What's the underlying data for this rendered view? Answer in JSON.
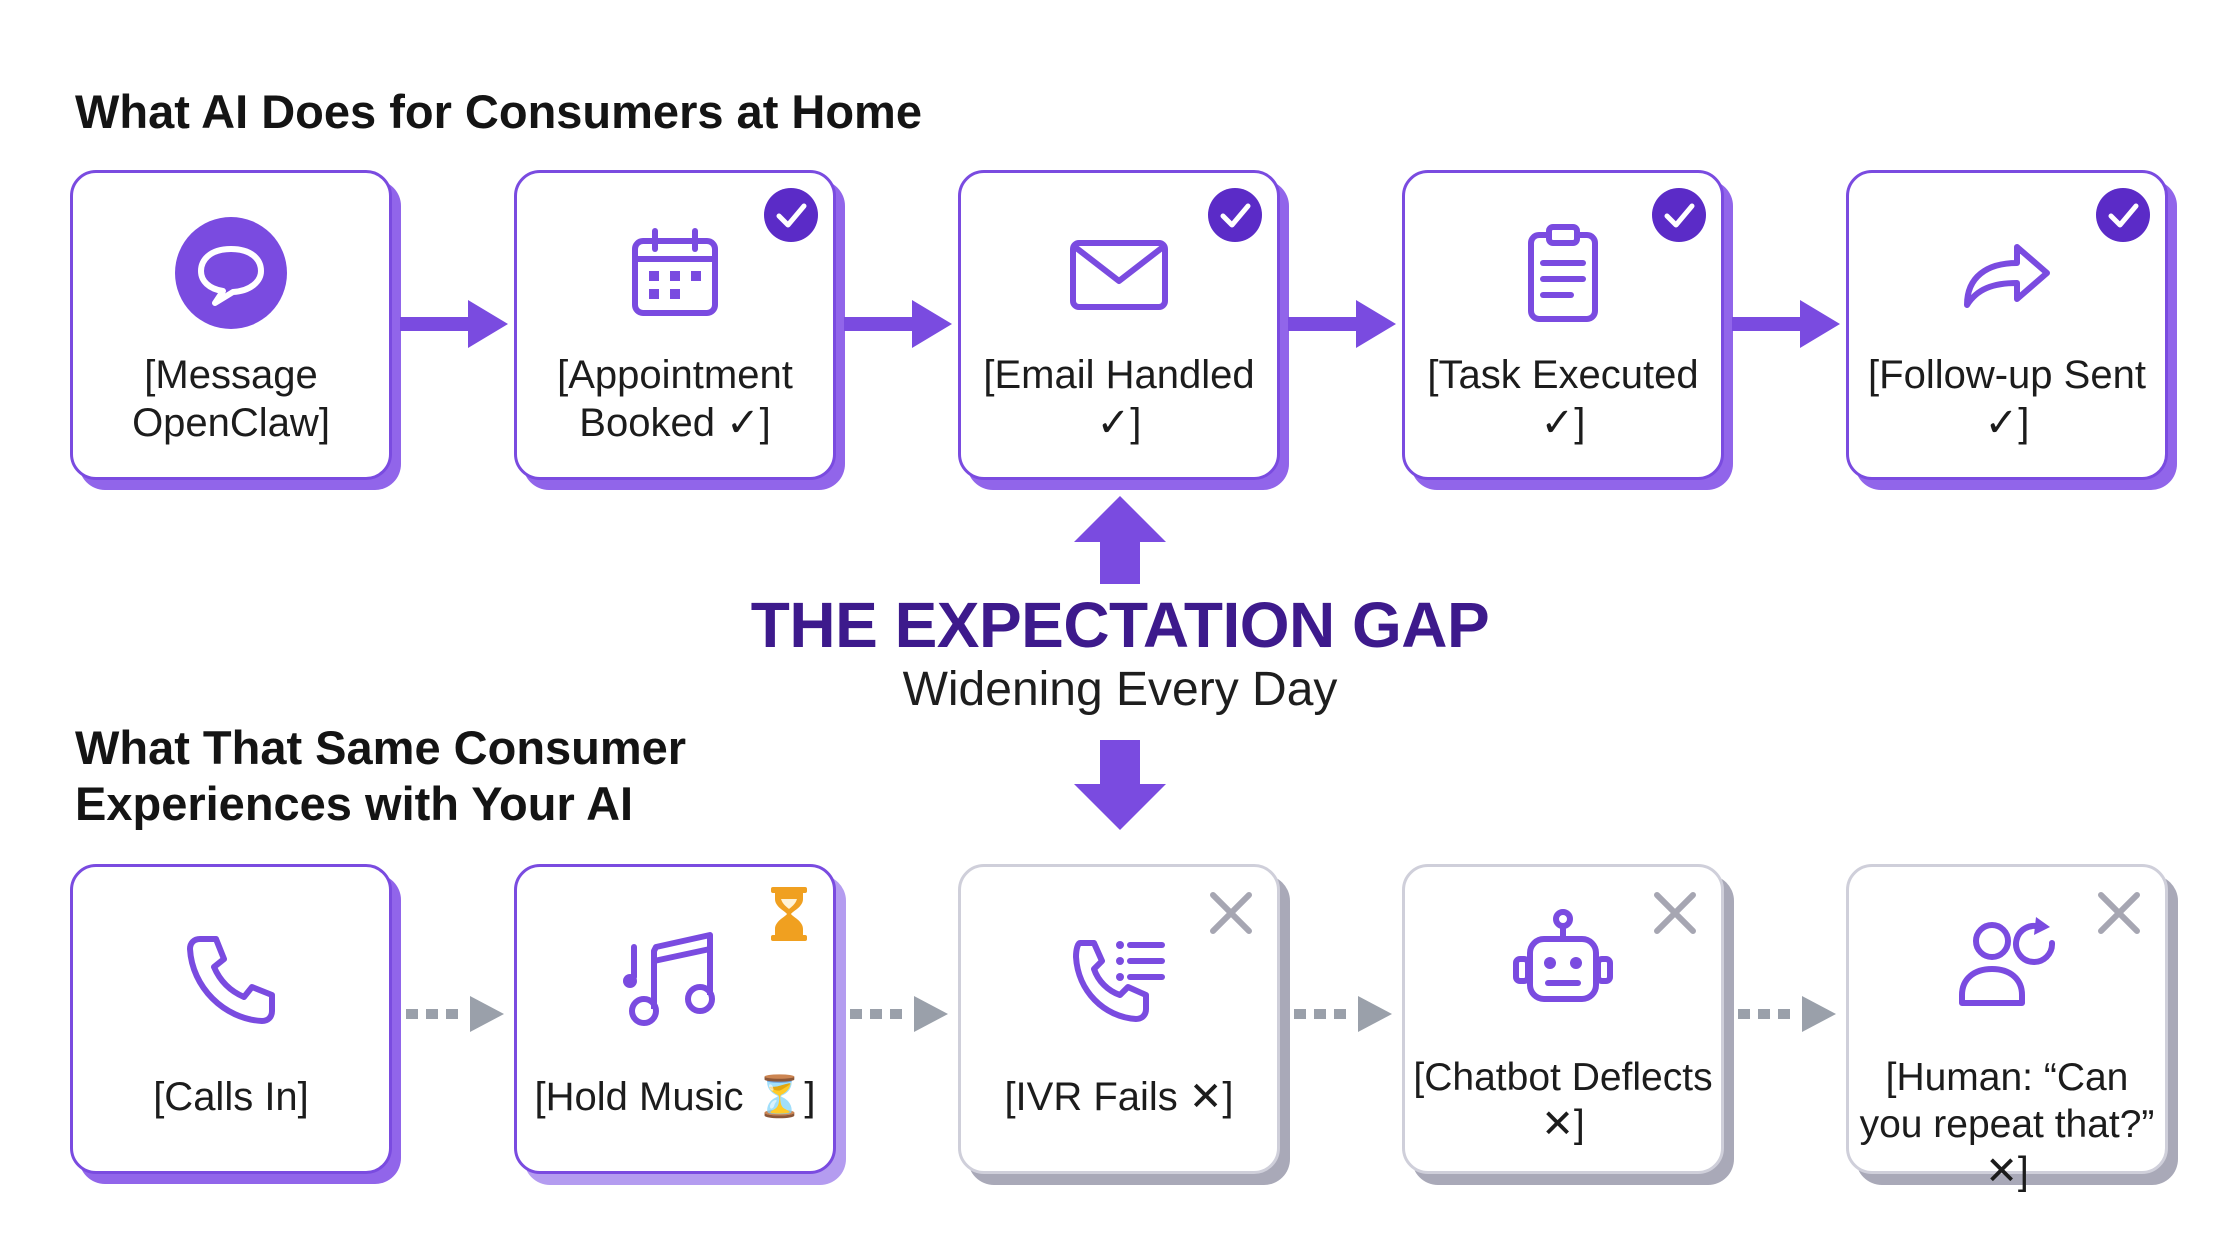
{
  "top_section": {
    "title": "What AI Does for Consumers at Home",
    "steps": [
      {
        "label": "[Message OpenClaw]",
        "icon": "chat-bubble-icon",
        "status": "none"
      },
      {
        "label": "[Appointment Booked ✓]",
        "icon": "calendar-icon",
        "status": "check"
      },
      {
        "label": "[Email Handled ✓]",
        "icon": "envelope-icon",
        "status": "check"
      },
      {
        "label": "[Task Executed ✓]",
        "icon": "clipboard-icon",
        "status": "check"
      },
      {
        "label": "[Follow-up Sent ✓]",
        "icon": "share-arrow-icon",
        "status": "check"
      }
    ]
  },
  "center": {
    "title": "THE EXPECTATION GAP",
    "subtitle": "Widening Every Day"
  },
  "bottom_section": {
    "title": "What That Same Consumer Experiences with Your AI",
    "steps": [
      {
        "label": "[Calls In]",
        "icon": "phone-icon",
        "status": "none"
      },
      {
        "label": "[Hold Music ⏳]",
        "icon": "music-note-icon",
        "status": "hourglass"
      },
      {
        "label": "[IVR Fails ✕]",
        "icon": "phone-menu-icon",
        "status": "x"
      },
      {
        "label": "[Chatbot Deflects ✕]",
        "icon": "robot-icon",
        "status": "x"
      },
      {
        "label": "[Human: “Can you repeat that?” ✕]",
        "icon": "person-refresh-icon",
        "status": "x"
      }
    ]
  },
  "colors": {
    "purple": "#7a4be0",
    "dark_purple": "#3d1a8c",
    "grey_arrow": "#9aa0aa",
    "orange": "#f0a020"
  }
}
